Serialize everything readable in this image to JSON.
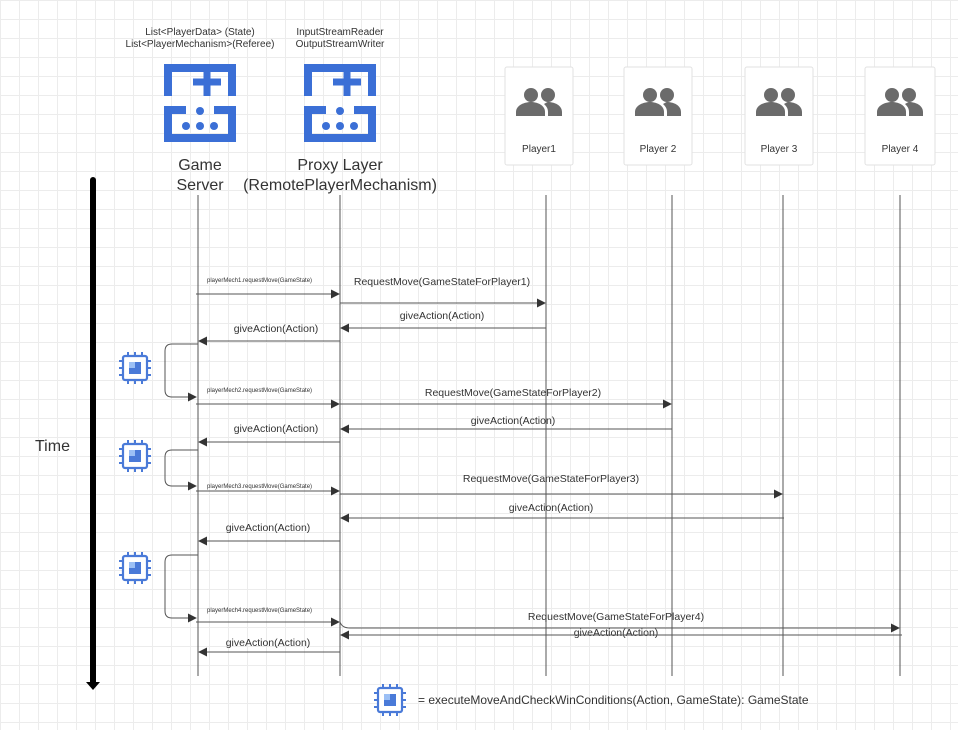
{
  "server": {
    "state_line1": "List<PlayerData> (State)",
    "state_line2": "List<PlayerMechanism>(Referee)",
    "title_line1": "Game",
    "title_line2": "Server"
  },
  "proxy": {
    "io_line1": "InputStreamReader",
    "io_line2": "OutputStreamWriter",
    "title_line1": "Proxy Layer",
    "title_line2": "(RemotePlayerMechanism)"
  },
  "players": [
    "Player1",
    "Player 2",
    "Player 3",
    "Player 4"
  ],
  "time_label": "Time",
  "messages": {
    "call1": "playerMech1.requestMove(GameState)",
    "call2": "playerMech2.requestMove(GameState)",
    "call3": "playerMech3.requestMove(GameState)",
    "call4": "playerMech4.requestMove(GameState)",
    "req1": "RequestMove(GameStateForPlayer1)",
    "req2": "RequestMove(GameStateForPlayer2)",
    "req3": "RequestMove(GameStateForPlayer3)",
    "req4": "RequestMove(GameStateForPlayer4)",
    "give": "giveAction(Action)"
  },
  "legend": "= executeMoveAndCheckWinConditions(Action, GameState): GameState",
  "colors": {
    "blue": "#3b6fd6",
    "line": "#555555",
    "person": "#6b6b6b",
    "axis": "#000000"
  }
}
